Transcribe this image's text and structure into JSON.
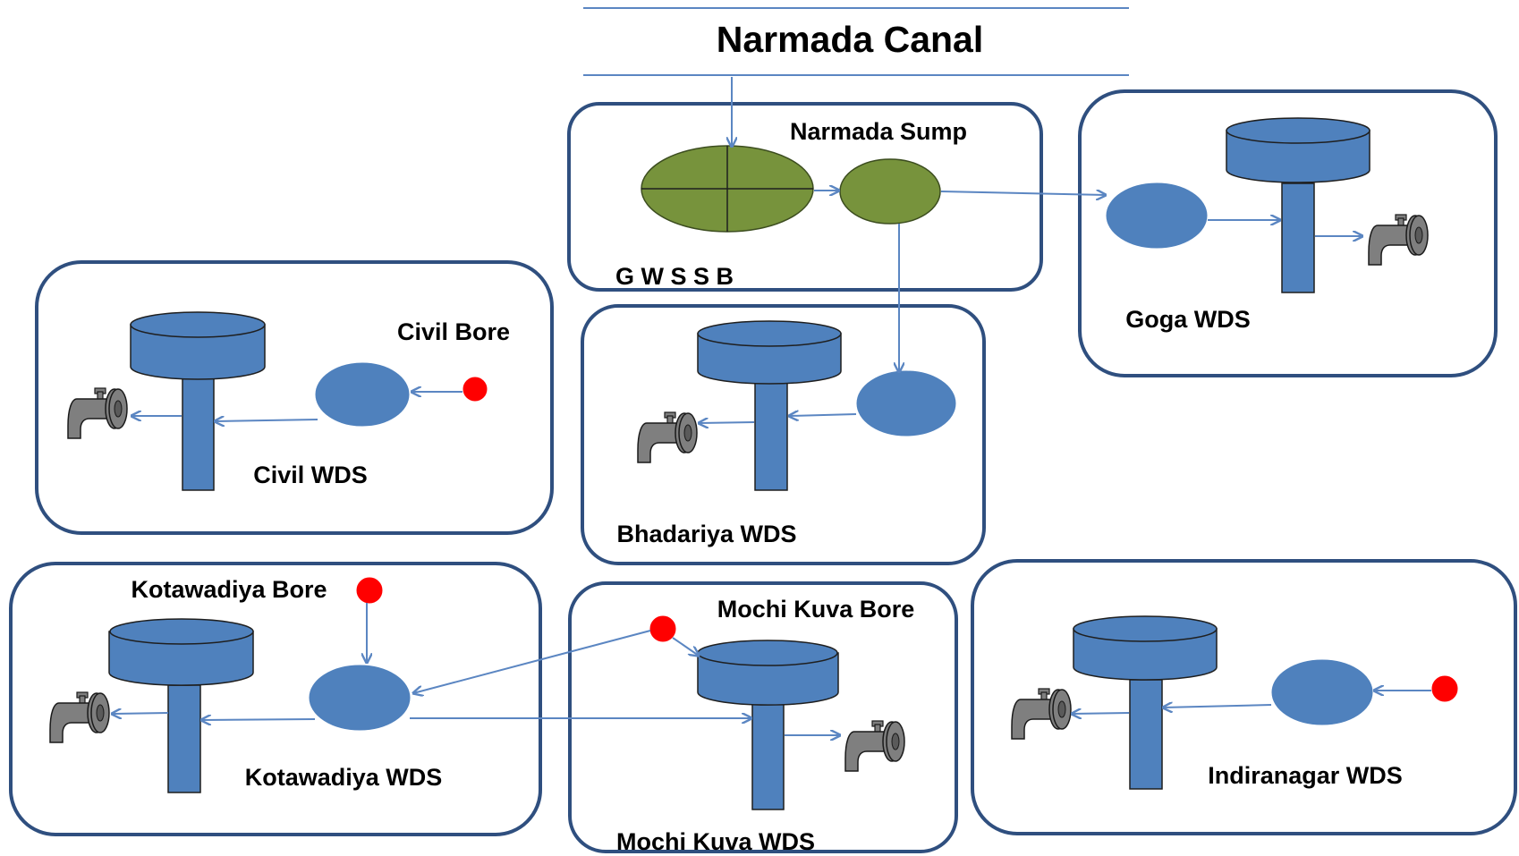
{
  "title": "Narmada Canal",
  "colors": {
    "tank_fill": "#4f81bd",
    "bore_fill": "#ff0000",
    "green_fill": "#77933c",
    "panel_border": "#2f4f7f",
    "flow_arrow": "#5b86c2"
  },
  "icons": [
    "water-tank-icon",
    "faucet-icon",
    "sump-icon",
    "bore-icon"
  ],
  "panels": {
    "gwssb": {
      "label": "G W S S B",
      "sump_label": "Narmada Sump"
    },
    "goga": {
      "label": "Goga WDS"
    },
    "civil": {
      "label": "Civil WDS",
      "bore_label": "Civil Bore"
    },
    "bhadariya": {
      "label": "Bhadariya WDS"
    },
    "kotawadiya": {
      "label": "Kotawadiya WDS",
      "bore_label": "Kotawadiya Bore"
    },
    "mochi_kuva": {
      "label": "Mochi Kuva WDS",
      "bore_label": "Mochi Kuva Bore"
    },
    "indiranagar": {
      "label": "Indiranagar WDS"
    }
  }
}
